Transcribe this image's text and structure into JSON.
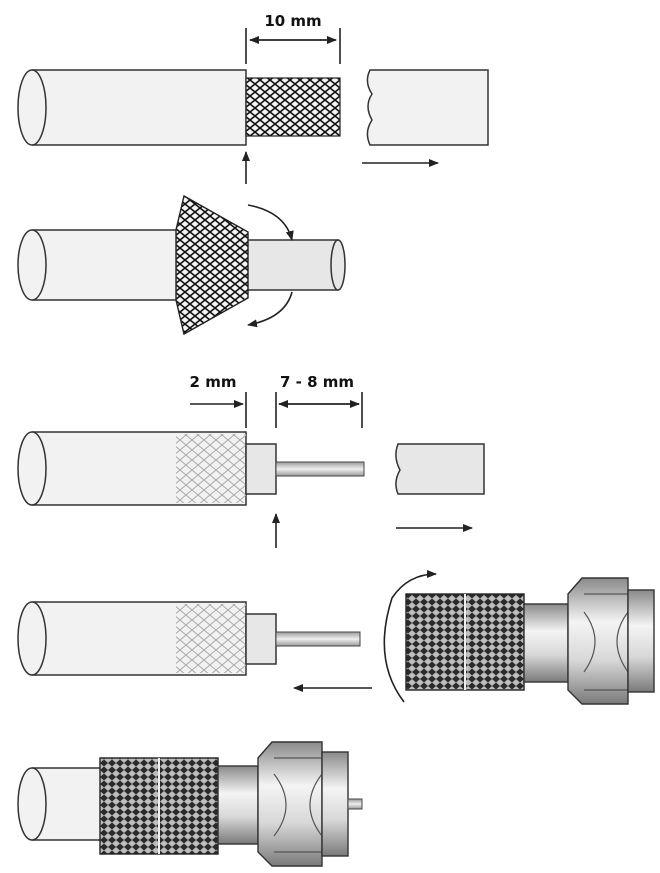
{
  "labels": {
    "strip_length": "10 mm",
    "braid_length": "2 mm",
    "conductor_length": "7 - 8 mm"
  },
  "colors": {
    "line": "#222222",
    "cable_fill": "#f2f2f2",
    "braid_dark": "#1a1a1a",
    "braid_light": "#bdbdbd",
    "metal_light": "#f0f0f0",
    "metal_dark": "#8a8a8a"
  },
  "icons": [
    "arrow-right-icon",
    "arrow-up-icon",
    "arrow-left-icon",
    "curved-arrow-icon",
    "braid-mesh-icon",
    "f-connector-icon"
  ]
}
